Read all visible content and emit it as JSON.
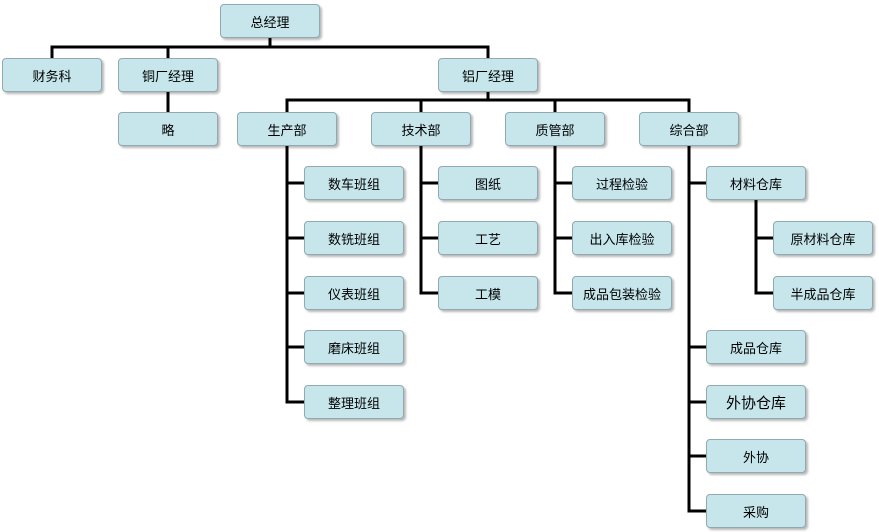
{
  "org_chart": {
    "root": "总经理",
    "finance": "财务科",
    "copper_plant": "铜厂经理",
    "copper_child": "略",
    "aluminum_plant": "铝厂经理",
    "departments": {
      "production": "生产部",
      "technology": "技术部",
      "quality": "质管部",
      "general": "综合部"
    },
    "production_teams": [
      "数车班组",
      "数铣班组",
      "仪表班组",
      "磨床班组",
      "整理班组"
    ],
    "technology_items": [
      "图纸",
      "工艺",
      "工模"
    ],
    "quality_items": [
      "过程检验",
      "出入库检验",
      "成品包装检验"
    ],
    "general_items": [
      "材料仓库",
      "成品仓库",
      "外协仓库",
      "外协",
      "采购"
    ],
    "material_warehouse_items": [
      "原材料仓库",
      "半成品仓库"
    ]
  },
  "colors": {
    "node_fill": "#c6e6ec",
    "node_border": "#8faab0",
    "connector": "#000000"
  }
}
